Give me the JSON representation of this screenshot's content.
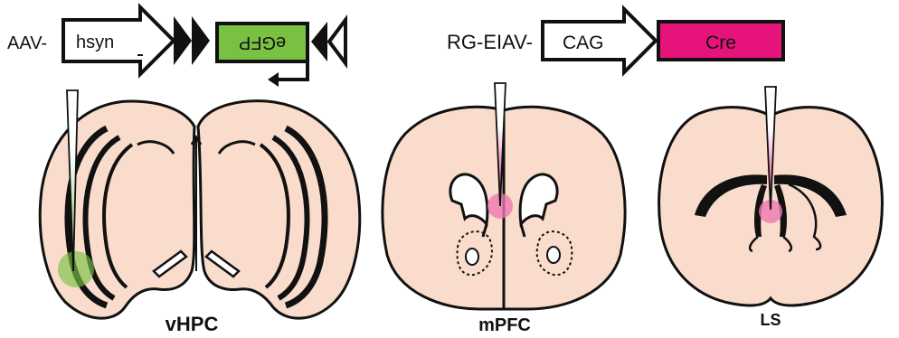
{
  "constructs": {
    "aav": {
      "prefix": "AAV-",
      "promoter": "hsyn",
      "gene": "eGFP",
      "gene_color": "#7ac143"
    },
    "eiav": {
      "prefix": "RG-EIAV-",
      "promoter": "CAG",
      "gene": "Cre",
      "gene_color": "#e6147a"
    }
  },
  "sections": {
    "vhpc": {
      "label": "vHPC",
      "injection_color": "#7ac143"
    },
    "mpfc": {
      "label": "mPFC",
      "injection_color": "#ee78b0"
    },
    "ls": {
      "label": "LS",
      "injection_color": "#ee78b0"
    }
  },
  "colors": {
    "tissue": "#f9dccb",
    "outline": "#111111"
  }
}
